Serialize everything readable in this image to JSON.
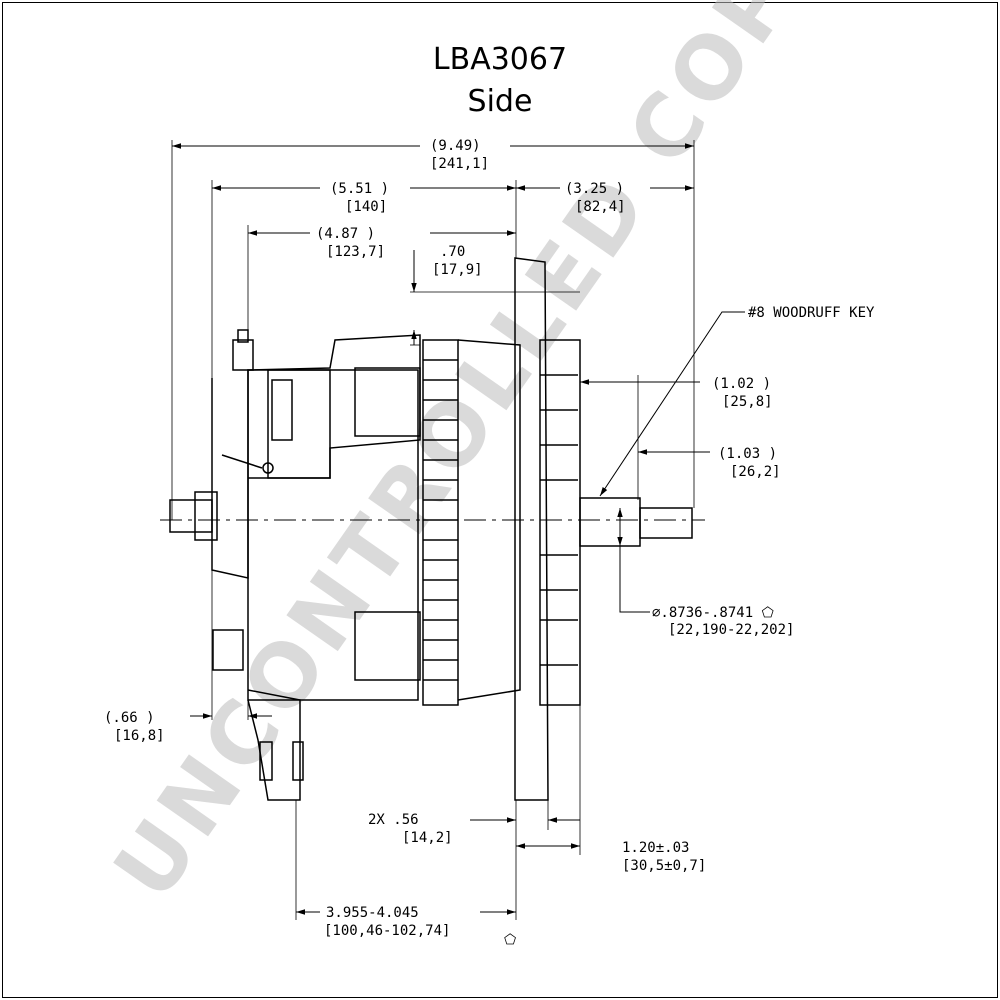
{
  "title": {
    "part_number": "LBA3067",
    "view": "Side"
  },
  "watermark": "UNCONTROLLED COPY",
  "dimensions": {
    "overall_in": "(9.49)",
    "overall_mm": "[241,1]",
    "rear_to_flange_in": "(5.51  )",
    "rear_to_flange_mm": "[140]",
    "flange_to_shaft_in": "(3.25   )",
    "flange_to_shaft_mm": "[82,4]",
    "terminal_to_flange_in": "(4.87    )",
    "terminal_to_flange_mm": "[123,7]",
    "offset_in": ".70",
    "offset_mm": "[17,9]",
    "key_label": "#8 WOODRUFF KEY",
    "shaft_a_in": "(1.02   )",
    "shaft_a_mm": "[25,8]",
    "shaft_b_in": "(1.03   )",
    "shaft_b_mm": "[26,2]",
    "shaft_dia_in": "⌀.8736-.8741 ⬠",
    "shaft_dia_mm": "[22,190-22,202]",
    "rear_offset_in": "(.66    )",
    "rear_offset_mm": "[16,8]",
    "mount_hole_in": "2X  .56",
    "mount_hole_mm": "[14,2]",
    "flange_thk_in": "1.20±.03",
    "flange_thk_mm": "[30,5±0,7]",
    "mount_span_in": "3.955-4.045",
    "mount_span_mm": "[100,46-102,74]",
    "datum_symbol": "⬠"
  }
}
